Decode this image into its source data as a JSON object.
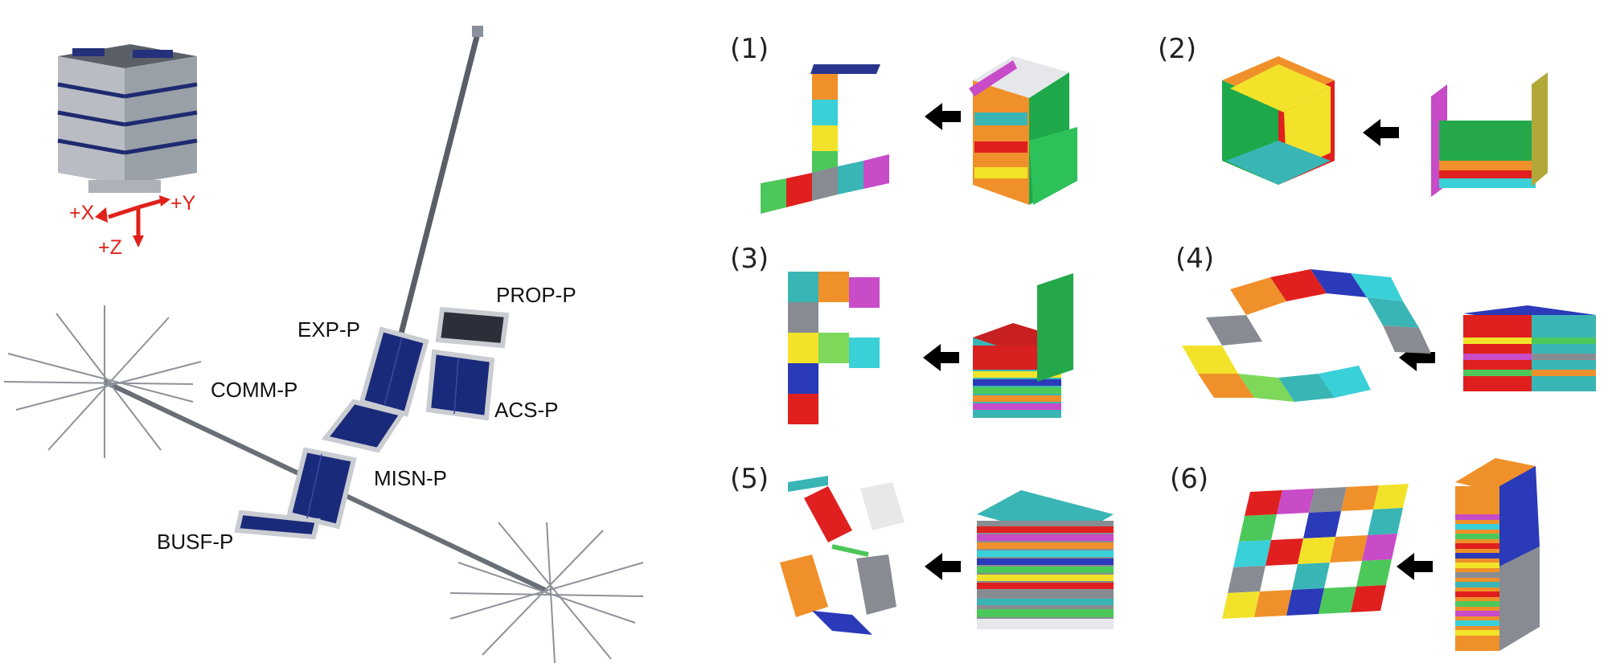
{
  "satellite": {
    "axes": {
      "x": "+X",
      "y": "+Y",
      "z": "+Z"
    },
    "panels": [
      "PROP-P",
      "EXP-P",
      "COMM-P",
      "ACS-P",
      "MISN-P",
      "BUSF-P"
    ]
  },
  "configurations": [
    "(1)",
    "(2)",
    "(3)",
    "(4)",
    "(5)",
    "(6)"
  ],
  "colors": {
    "axis": "#e0201a",
    "panel": "#1a2a7a",
    "frame": "#a9adb3",
    "arrow": "#000000"
  }
}
